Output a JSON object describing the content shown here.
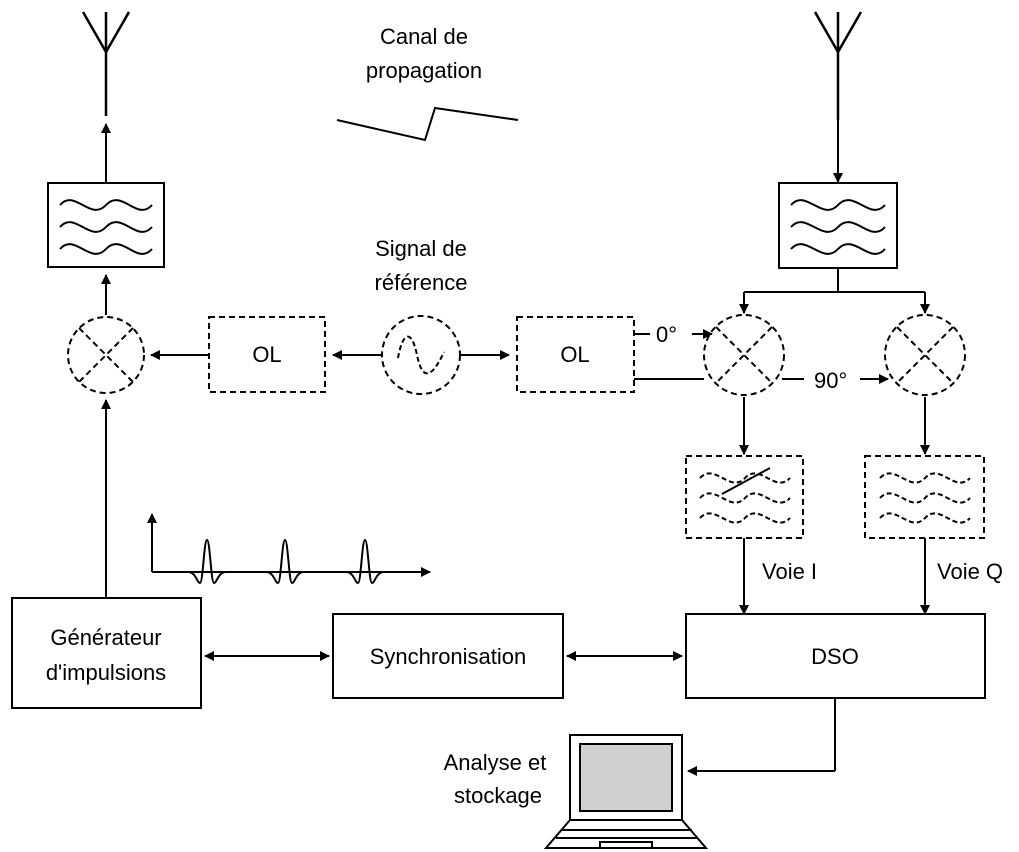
{
  "labels": {
    "channel_line1": "Canal de",
    "channel_line2": "propagation",
    "reference_line1": "Signal de",
    "reference_line2": "référence",
    "phase_0": "0°",
    "phase_90": "90°",
    "channel_i": "Voie I",
    "channel_q": "Voie Q",
    "analysis_line1": "Analyse et",
    "analysis_line2": "stockage"
  },
  "blocks": {
    "lo_left": "OL",
    "lo_right": "OL",
    "pulse_gen_line1": "Générateur",
    "pulse_gen_line2": "d'impulsions",
    "sync": "Synchronisation",
    "dso": "DSO"
  }
}
